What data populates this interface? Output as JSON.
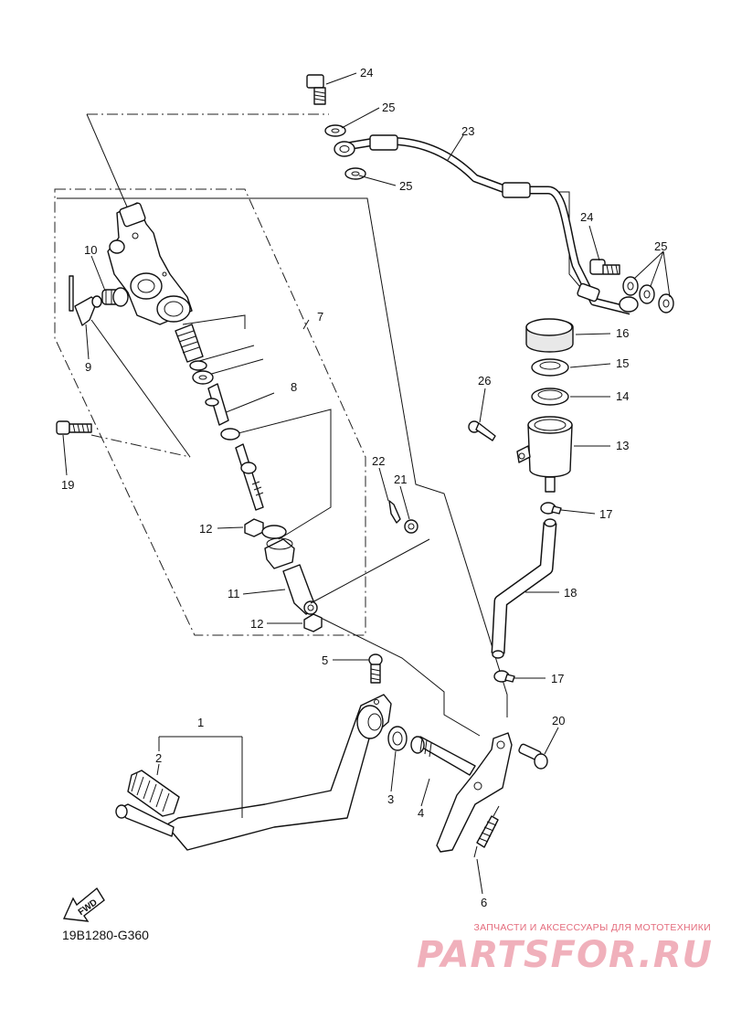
{
  "diagram": {
    "code": "19B1280-G360",
    "direction_arrow": "FWD",
    "watermark": {
      "tagline": "ЗАПЧАСТИ И АКСЕССУАРЫ ДЛЯ МОТОТЕХНИКИ",
      "brand": "PARTSFOR.RU"
    },
    "callouts": [
      "1",
      "2",
      "3",
      "4",
      "5",
      "6",
      "7",
      "8",
      "9",
      "10",
      "11",
      "12",
      "12",
      "13",
      "14",
      "15",
      "16",
      "17",
      "17",
      "18",
      "19",
      "20",
      "21",
      "22",
      "23",
      "24",
      "24",
      "25",
      "25",
      "25",
      "26"
    ]
  }
}
